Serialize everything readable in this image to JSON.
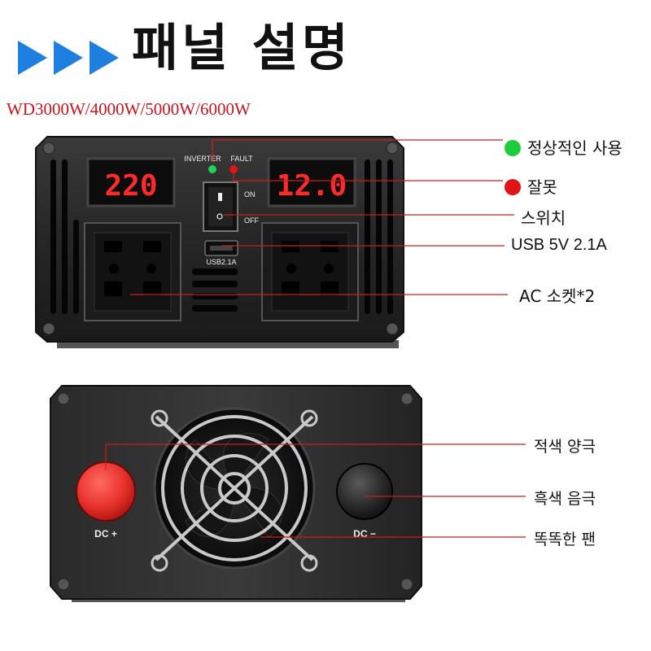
{
  "header": {
    "title": "패널 설명",
    "models": "WD3000W/4000W/5000W/6000W",
    "arrow_color": "#1f7fe0"
  },
  "front_panel": {
    "display_left": "220",
    "display_right": "12.0",
    "led_inverter_label": "INVERTER",
    "led_fault_label": "FAULT",
    "switch_on_label": "ON",
    "switch_off_label": "OFF",
    "usb_label": "USB2.1A",
    "display_color": "#ff2a2a",
    "led_green": "#1fd15a",
    "led_red": "#e01414"
  },
  "rear_panel": {
    "dc_positive_label": "DC +",
    "dc_negative_label": "DC −",
    "positive_color": "#e8312c"
  },
  "callouts": {
    "normal_use": "정상적인 사용",
    "fault": "잘못",
    "switch": "스위치",
    "usb": "USB  5V 2.1A",
    "ac_socket": "AC 소켓*2",
    "red_positive": "적색 양극",
    "black_negative": "흑색 음극",
    "smart_fan": "똑똑한 팬"
  }
}
